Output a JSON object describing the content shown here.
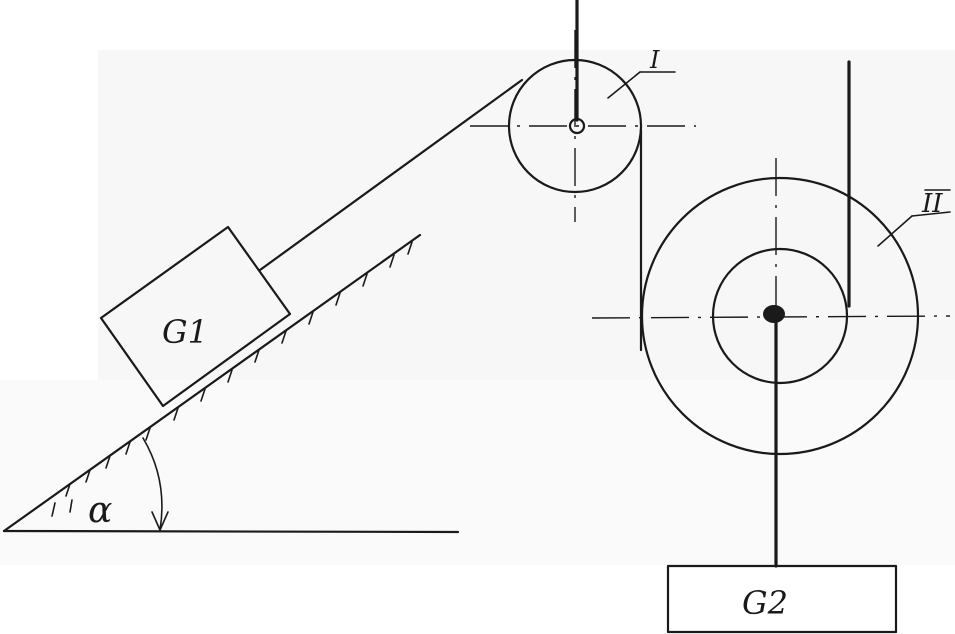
{
  "labels": {
    "block1": "G1",
    "block2": "G2",
    "pulley1": "I",
    "pulley2": "II",
    "angle": "α"
  },
  "colors": {
    "ink": "#1a1a1a",
    "paper": "#ffffff"
  }
}
